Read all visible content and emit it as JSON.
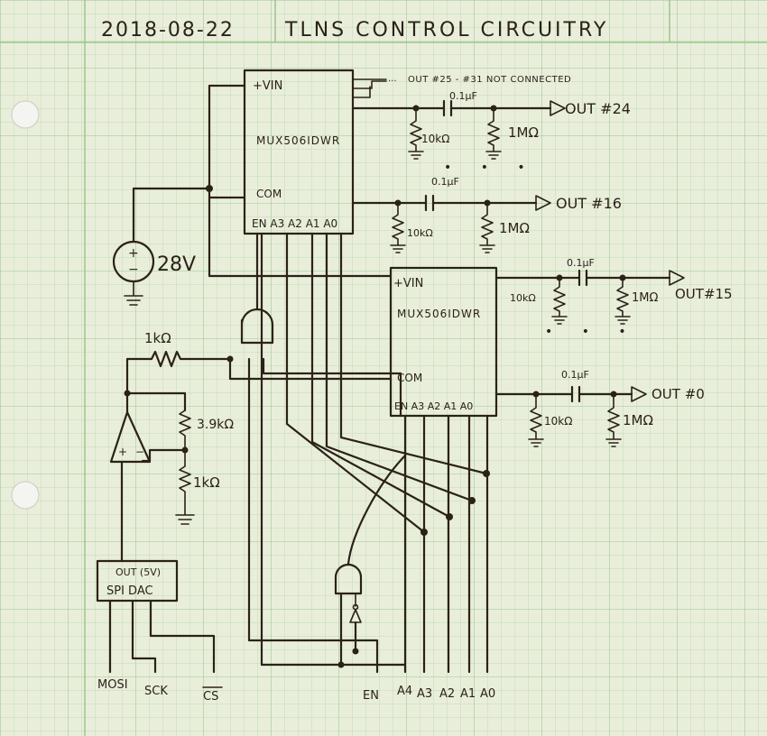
{
  "header": {
    "date": "2018-08-22",
    "title": "TLNS CONTROL CIRCUITRY"
  },
  "supply": {
    "label": "28V",
    "plus": "+",
    "minus": "−"
  },
  "mux_upper": {
    "part": "MUX506IDWR",
    "vin": "+VIN",
    "com": "COM",
    "pins": "EN A3 A2 A1 A0",
    "nc_note": "OUT #25 - #31 NOT CONNECTED",
    "ch24": {
      "cap": "0.1μF",
      "r_shunt": "10kΩ",
      "r_load": "1MΩ",
      "out": "OUT #24"
    },
    "ch16": {
      "cap": "0.1μF",
      "r_shunt": "10kΩ",
      "r_load": "1MΩ",
      "out": "OUT #16"
    }
  },
  "mux_lower": {
    "part": "MUX506IDWR",
    "vin": "+VIN",
    "com": "COM",
    "pins": "EN A3 A2 A1 A0",
    "ch15": {
      "cap": "0.1μF",
      "r_shunt": "10kΩ",
      "r_load": "1MΩ",
      "out": "OUT#15"
    },
    "ch0": {
      "cap": "0.1μF",
      "r_shunt": "10kΩ",
      "r_load": "1MΩ",
      "out": "OUT #0"
    }
  },
  "amp": {
    "r_in": "1kΩ",
    "r_fb": "3.9kΩ",
    "r_gnd": "1kΩ",
    "plus": "+",
    "minus": "−"
  },
  "dac": {
    "line1": "OUT (5V)",
    "line2": "SPI DAC"
  },
  "inputs": [
    "MOSI",
    "SCK",
    "CS",
    "EN",
    "A4",
    "A3",
    "A2",
    "A1",
    "A0"
  ],
  "ellipsis": "• • •"
}
